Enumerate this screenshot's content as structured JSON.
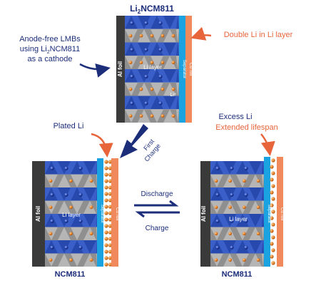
{
  "title": {
    "prefix": "Li",
    "sub": "2",
    "suffix": "NCM811"
  },
  "left_caption": {
    "line1": "Anode-free LMBs",
    "line2_prefix": "using Li",
    "line2_sub": "2",
    "line2_suffix": "NCM811",
    "line3": "as a cathode"
  },
  "double_li_label": "Double Li in Li layer",
  "plated_li_label": "Plated Li",
  "first_charge_label": {
    "line1": "First",
    "line2": "Charge"
  },
  "excess_li_label": "Excess Li",
  "extended_lifespan_label": "Extended lifespan",
  "discharge_label": "Discharge",
  "charge_label": "Charge",
  "al_foil_label": "Al foil",
  "cu_foil_label": "Cu foil",
  "separator_label": "Separator",
  "li_layer_label": "Li layer",
  "li_ion_label": "Li⁺",
  "bottom_left_label": "NCM811",
  "bottom_right_label": "NCM811",
  "colors": {
    "navy": "#1c2d7a",
    "orange": "#e8653c",
    "separator": "#1aa3e0",
    "cu_foil": "#f08a5d",
    "al_foil": "#3a3a3a",
    "blue_band": "#3a5fc8",
    "grey_band": "#9a9a9a",
    "li_sphere": "#e07a20",
    "tm_sphere": "#1f3ea8"
  }
}
